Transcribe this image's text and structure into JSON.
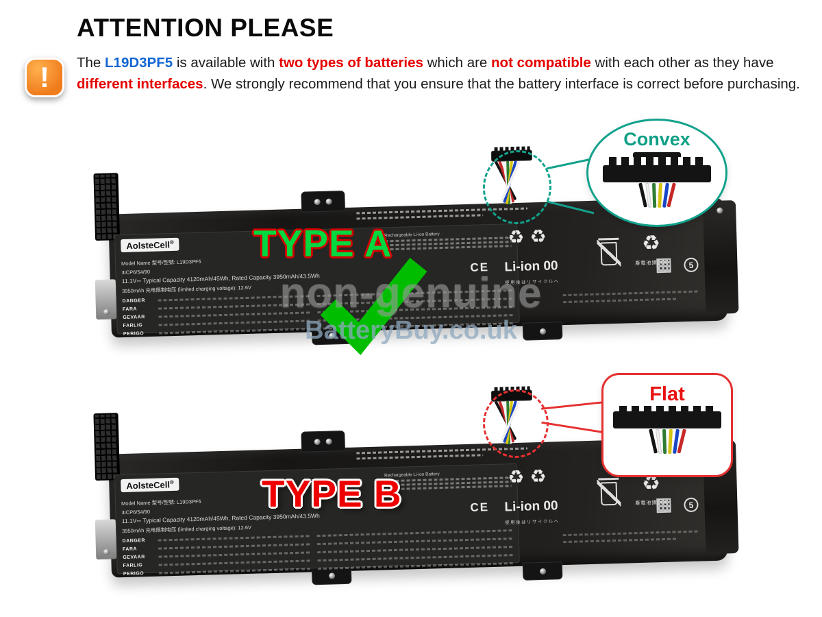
{
  "header": {
    "title": "ATTENTION PLEASE",
    "warning_glyph": "!",
    "text": {
      "p1": "The ",
      "model": "L19D3PF5",
      "p2": " is available with ",
      "hl_types": "two types of batteries",
      "p3": " which are ",
      "hl_compat": "not compatible",
      "p4": " with each other as they have ",
      "hl_interfaces": "different interfaces",
      "p5": ". We strongly recommend that you ensure that the battery interface is correct before purchasing."
    }
  },
  "watermark": {
    "line1": "non-genuine",
    "line2": "BatteryBuy.co.uk"
  },
  "type_a": {
    "label": "TYPE A",
    "connector": "Convex"
  },
  "type_b": {
    "label": "TYPE B",
    "connector": "Flat"
  },
  "battery": {
    "brand": "AolsteCell",
    "brand_reg": "®",
    "right_text": "Rechargeable Li-ion Battery",
    "model_line": "Model Name 型号/型號: L19D3PF5",
    "cells_line": "3ICP6/54/90",
    "spec_line": "11.1V⎓ Typical Capacity 4120mAh/45Wh, Rated Capacity 3950mAh/43.5Wh",
    "charge_line": "3950mAh   充电限制电压 (limited charging voltage): 12.6V",
    "warning_keywords": [
      "DANGER",
      "FARA",
      "GEVAAR",
      "FARLIG",
      "PERIGO"
    ],
    "liion": "Li-ion 00",
    "liion_sub": "使用後はリサイクルへ",
    "recycle_text": "廢電池請回收",
    "ce_mark": "CE",
    "circle_number": "5",
    "recycle_icon": "♻",
    "recycle_icon2": "♻"
  },
  "colors": {
    "accent_teal": "#12a28c",
    "accent_red": "#e60000",
    "accent_green": "#00c800",
    "link_blue": "#1266d3",
    "warning_orange": "#f07c1c"
  }
}
